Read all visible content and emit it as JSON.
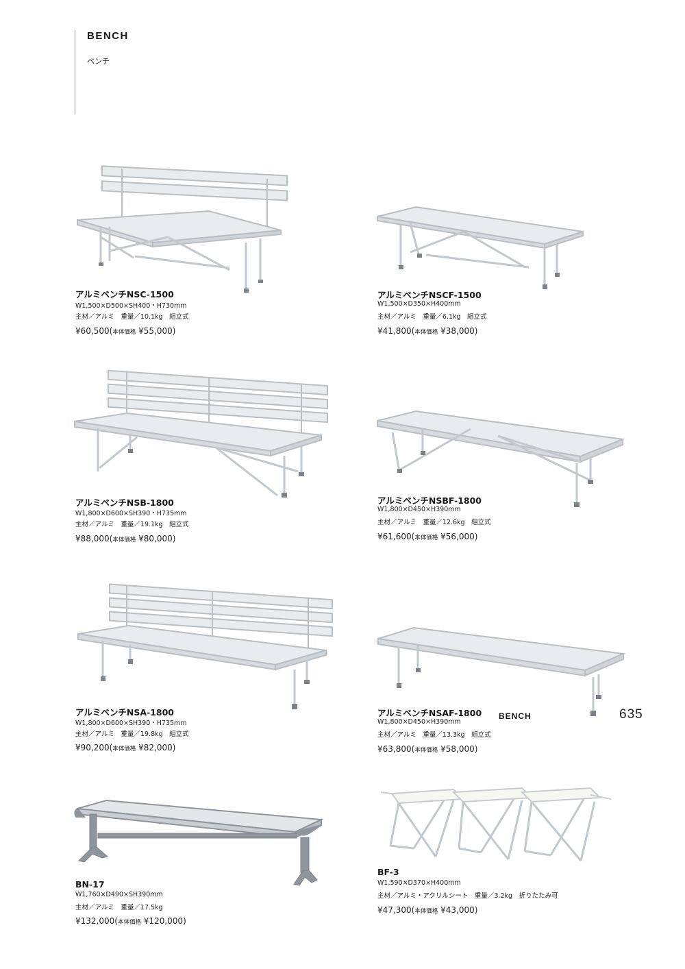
{
  "header": {
    "title": "BENCH",
    "subtitle": "ベンチ"
  },
  "colors": {
    "aluminum": "#e9ecef",
    "aluminum_edge": "#b9bec4",
    "foot": "#7c8288",
    "dark_metal": "#8e959c",
    "acrylic": "#f6f6f3"
  },
  "products": [
    {
      "name": "アルミベンチNSC-1500",
      "dims": "W1,500×D500×SH400・H730mm",
      "spec": "主材／アルミ　重量／10.1kg　組立式",
      "price": "¥60,500",
      "price_label": "本体価格",
      "base_price": "¥55,000",
      "icon": "bench-backrest-icon"
    },
    {
      "name": "アルミベンチNSCF-1500",
      "dims": "W1,500×D350×H400mm",
      "spec": "主材／アルミ　重量／6.1kg　組立式",
      "price": "¥41,800",
      "price_label": "本体価格",
      "base_price": "¥38,000",
      "icon": "bench-flat-icon"
    },
    {
      "name": "アルミベンチNSB-1800",
      "dims": "W1,800×D600×SH390・H735mm",
      "spec": "主材／アルミ　重量／19.1kg　組立式",
      "price": "¥88,000",
      "price_label": "本体価格",
      "base_price": "¥80,000",
      "icon": "bench-backrest-icon"
    },
    {
      "name": "アルミベンチNSBF-1800",
      "dims": "W1,800×D450×H390mm",
      "spec": "主材／アルミ　重量／12.6kg　組立式",
      "price": "¥61,600",
      "price_label": "本体価格",
      "base_price": "¥56,000",
      "icon": "bench-flat-icon"
    },
    {
      "name": "アルミベンチNSA-1800",
      "dims": "W1,800×D600×SH390・H735mm",
      "spec": "主材／アルミ　重量／19.8kg　組立式",
      "price": "¥90,200",
      "price_label": "本体価格",
      "base_price": "¥82,000",
      "icon": "bench-backrest-icon"
    },
    {
      "name": "アルミベンチNSAF-1800",
      "dims": "W1,800×D450×H390mm",
      "spec": "主材／アルミ　重量／13.3kg　組立式",
      "price": "¥63,800",
      "price_label": "本体価格",
      "base_price": "¥58,000",
      "icon": "bench-flat-icon"
    },
    {
      "name": "BN-17",
      "dims": "W1,760×D490×SH390mm",
      "spec": "主材／アルミ　重量／17.5kg",
      "price": "¥132,000",
      "price_label": "本体価格",
      "base_price": "¥120,000",
      "icon": "bench-pedestal-icon"
    },
    {
      "name": "BF-3",
      "dims": "W1,590×D370×H400mm",
      "spec": "主材／アルミ・アクリルシート　重量／3.2kg　折りたたみ可",
      "price": "¥47,300",
      "price_label": "本体価格",
      "base_price": "¥43,000",
      "icon": "folding-stool-icon"
    }
  ],
  "footer": {
    "label": "BENCH",
    "page_number": "635"
  }
}
